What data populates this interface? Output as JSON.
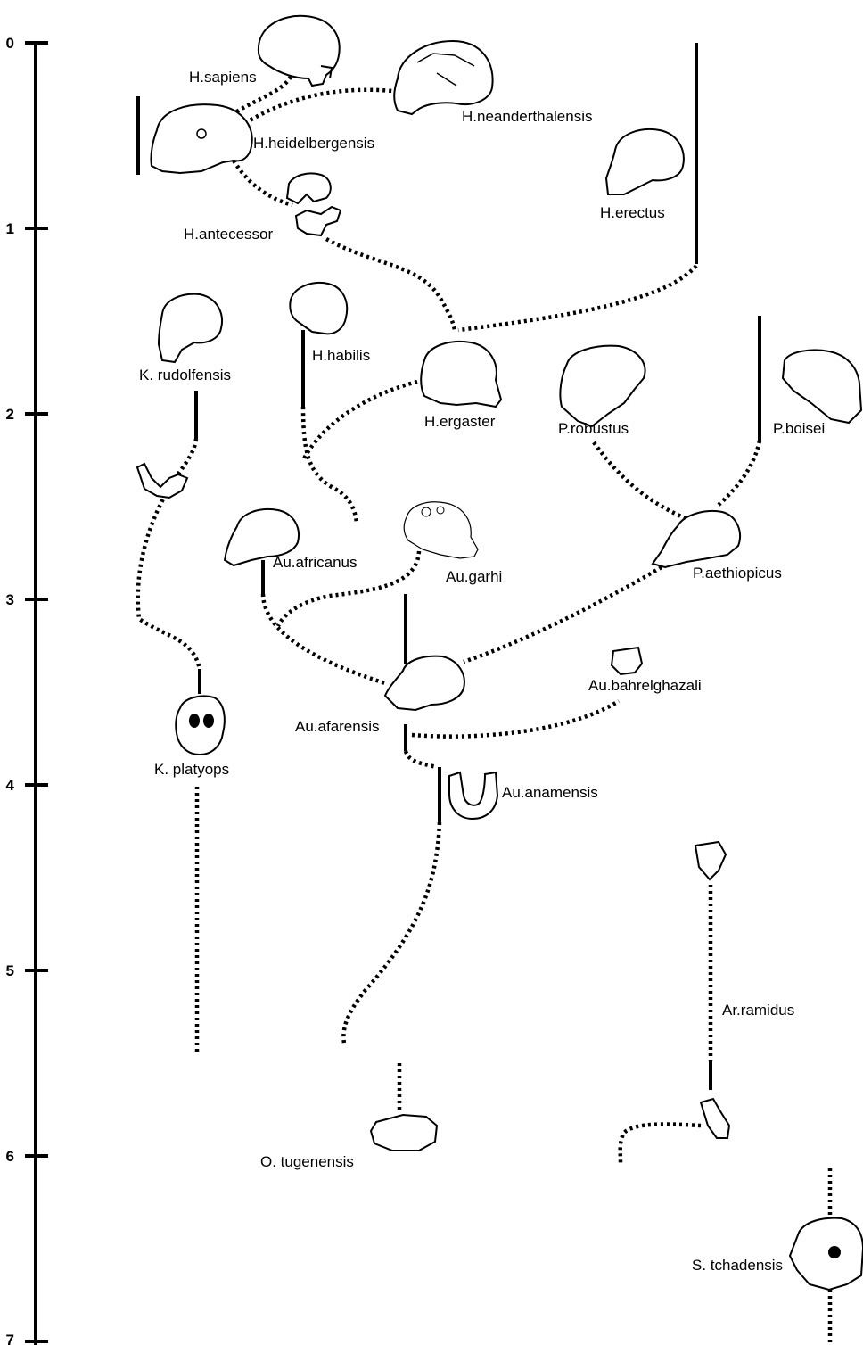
{
  "axis": {
    "ticks": [
      "0",
      "1",
      "2",
      "3",
      "4",
      "5",
      "6",
      "7"
    ]
  },
  "species": {
    "h_sapiens": "H.sapiens",
    "h_neanderthalensis": "H.neanderthalensis",
    "h_heidelbergensis": "H.heidelbergensis",
    "h_erectus": "H.erectus",
    "h_antecessor": "H.antecessor",
    "k_rudolfensis": "K. rudolfensis",
    "h_habilis": "H.habilis",
    "h_ergaster": "H.ergaster",
    "p_robustus": "P.robustus",
    "p_boisei": "P.boisei",
    "au_africanus": "Au.africanus",
    "au_garhi": "Au.garhi",
    "p_aethiopicus": "P.aethiopicus",
    "au_bahrelghazali": "Au.bahrelghazali",
    "au_afarensis": "Au.afarensis",
    "k_platyops": "K. platyops",
    "au_anamensis": "Au.anamensis",
    "ar_ramidus": "Ar.ramidus",
    "o_tugenensis": "O. tugenensis",
    "s_tchadensis": "S. tchadensis"
  }
}
